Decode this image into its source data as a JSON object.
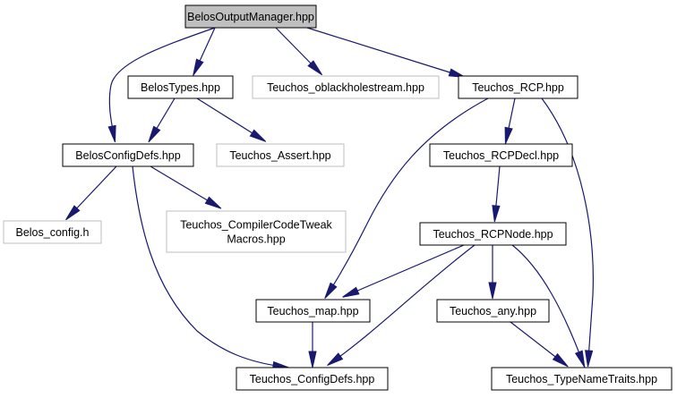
{
  "colors": {
    "edge": "#191970",
    "root_fill": "#bfbfbf",
    "root_border": "#000000",
    "node_fill": "#ffffff",
    "node_border": "#000000",
    "external_border": "#bfbfbf",
    "external_text": "#000000"
  },
  "nodes": {
    "belos_output_manager": {
      "label": "BelosOutputManager.hpp",
      "kind": "root"
    },
    "belos_types": {
      "label": "BelosTypes.hpp",
      "kind": "documented"
    },
    "teuchos_oblackholestream": {
      "label": "Teuchos_oblackholestream.hpp",
      "kind": "external"
    },
    "teuchos_rcp": {
      "label": "Teuchos_RCP.hpp",
      "kind": "documented"
    },
    "belos_config_defs": {
      "label": "BelosConfigDefs.hpp",
      "kind": "documented"
    },
    "teuchos_assert": {
      "label": "Teuchos_Assert.hpp",
      "kind": "external"
    },
    "teuchos_rcp_decl": {
      "label": "Teuchos_RCPDecl.hpp",
      "kind": "documented"
    },
    "belos_config_h": {
      "label": "Belos_config.h",
      "kind": "external"
    },
    "teuchos_compiler_code_tweak_macros": {
      "label": [
        "Teuchos_CompilerCodeTweak",
        "Macros.hpp"
      ],
      "kind": "external"
    },
    "teuchos_rcp_node": {
      "label": "Teuchos_RCPNode.hpp",
      "kind": "documented"
    },
    "teuchos_map": {
      "label": "Teuchos_map.hpp",
      "kind": "documented"
    },
    "teuchos_any": {
      "label": "Teuchos_any.hpp",
      "kind": "documented"
    },
    "teuchos_config_defs": {
      "label": "Teuchos_ConfigDefs.hpp",
      "kind": "documented"
    },
    "teuchos_type_name_traits": {
      "label": "Teuchos_TypeNameTraits.hpp",
      "kind": "documented"
    }
  },
  "edges": [
    [
      "belos_output_manager",
      "belos_types"
    ],
    [
      "belos_output_manager",
      "teuchos_oblackholestream"
    ],
    [
      "belos_output_manager",
      "teuchos_rcp"
    ],
    [
      "belos_output_manager",
      "belos_config_defs"
    ],
    [
      "belos_types",
      "belos_config_defs"
    ],
    [
      "belos_types",
      "teuchos_assert"
    ],
    [
      "teuchos_rcp",
      "teuchos_rcp_decl"
    ],
    [
      "teuchos_rcp",
      "teuchos_map"
    ],
    [
      "teuchos_rcp",
      "teuchos_type_name_traits"
    ],
    [
      "belos_config_defs",
      "belos_config_h"
    ],
    [
      "belos_config_defs",
      "teuchos_compiler_code_tweak_macros"
    ],
    [
      "belos_config_defs",
      "teuchos_config_defs"
    ],
    [
      "teuchos_rcp_decl",
      "teuchos_rcp_node"
    ],
    [
      "teuchos_rcp_node",
      "teuchos_map"
    ],
    [
      "teuchos_rcp_node",
      "teuchos_any"
    ],
    [
      "teuchos_rcp_node",
      "teuchos_config_defs"
    ],
    [
      "teuchos_rcp_node",
      "teuchos_type_name_traits"
    ],
    [
      "teuchos_map",
      "teuchos_config_defs"
    ],
    [
      "teuchos_any",
      "teuchos_type_name_traits"
    ]
  ]
}
